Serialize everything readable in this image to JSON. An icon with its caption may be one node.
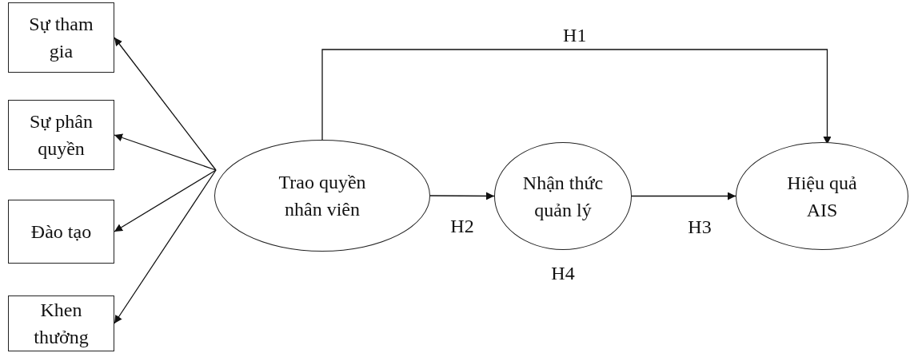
{
  "diagram": {
    "nodes": [
      {
        "text": [
          "Sự tham gia"
        ]
      },
      {
        "text": [
          "Sự phân quyền"
        ]
      },
      {
        "text": [
          "Đào tạo"
        ]
      },
      {
        "text": [
          "Khen thưởng"
        ]
      },
      {
        "text": [
          "Trao quyền nhân viên"
        ]
      },
      {
        "text": [
          "Nhận thức quản lý"
        ]
      },
      {
        "text": [
          "Hiệu quả AIS"
        ]
      }
    ],
    "edges": [
      {
        "from": 4,
        "to": 0,
        "arrow": "to"
      },
      {
        "from": 4,
        "to": 1,
        "arrow": "to"
      },
      {
        "from": 4,
        "to": 2,
        "arrow": "to"
      },
      {
        "from": 4,
        "to": 3,
        "arrow": "to"
      },
      {
        "from": 4,
        "to": 6,
        "arrow": "to",
        "label": "H1"
      },
      {
        "from": 4,
        "to": 5,
        "arrow": "to",
        "label": "H2"
      },
      {
        "from": 5,
        "to": 6,
        "arrow": "to",
        "label": "H3"
      }
    ],
    "labels": [
      "H4"
    ]
  }
}
